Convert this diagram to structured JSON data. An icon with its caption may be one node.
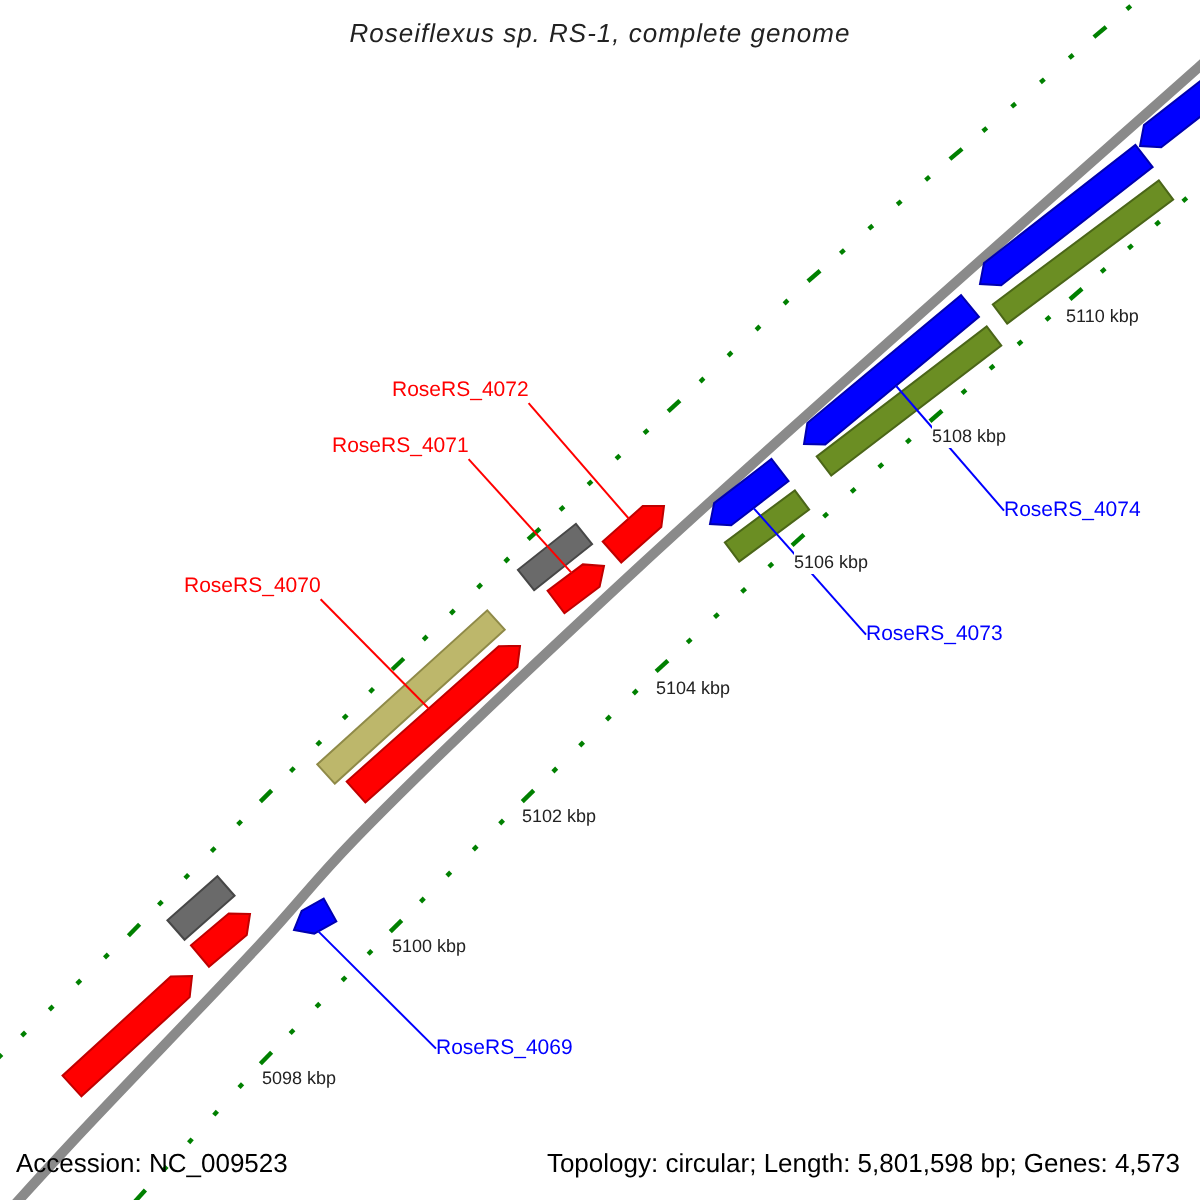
{
  "diagram": {
    "title": "Roseiflexus sp. RS-1, complete genome",
    "nodes": [
      {
        "text": [
          "RoseRS_4072"
        ]
      },
      {
        "text": [
          "RoseRS_4071"
        ]
      },
      {
        "text": [
          "RoseRS_4074"
        ]
      },
      {
        "text": [
          "RoseRS_4070"
        ]
      },
      {
        "text": [
          "RoseRS_4073"
        ]
      },
      {
        "text": [
          "RoseRS_4069"
        ]
      },
      {
        "text": [],
        "shape": "arrow"
      },
      {
        "text": [],
        "shape": "bar"
      },
      {
        "text": [],
        "shape": "arrow"
      },
      {
        "text": [],
        "shape": "arrow"
      },
      {
        "text": [],
        "shape": "bar"
      },
      {
        "text": [],
        "shape": "arrow"
      },
      {
        "text": [],
        "shape": "bar"
      },
      {
        "text": [],
        "shape": "arrow"
      },
      {
        "text": [],
        "shape": "arrow"
      },
      {
        "text": [],
        "shape": "arrow"
      },
      {
        "text": [],
        "shape": "bar"
      },
      {
        "text": [],
        "shape": "arrow"
      },
      {
        "text": [],
        "shape": "bar"
      },
      {
        "text": [],
        "shape": "arrow"
      },
      {
        "text": [],
        "shape": "bar"
      },
      {
        "text": [],
        "shape": "arrow"
      }
    ],
    "edges": [
      {
        "from": 0,
        "to": 14,
        "arrow": "none",
        "color": "#ff0000"
      },
      {
        "from": 1,
        "to": 13,
        "arrow": "none",
        "color": "#ff0000"
      },
      {
        "from": 2,
        "to": 17,
        "arrow": "none",
        "color": "#0000ff"
      },
      {
        "from": 3,
        "to": 11,
        "arrow": "none",
        "color": "#ff0000"
      },
      {
        "from": 4,
        "to": 15,
        "arrow": "none",
        "color": "#0000ff"
      },
      {
        "from": 5,
        "to": 9,
        "arrow": "none",
        "color": "#0000ff"
      }
    ],
    "labels": [
      "5110 kbp",
      "5108 kbp",
      "5106 kbp",
      "5104 kbp",
      "5102 kbp",
      "5100 kbp",
      "5098 kbp",
      "Accession: NC_009523",
      "Topology: circular; Length: 5,801,598 bp; Genes: 4,573"
    ]
  }
}
